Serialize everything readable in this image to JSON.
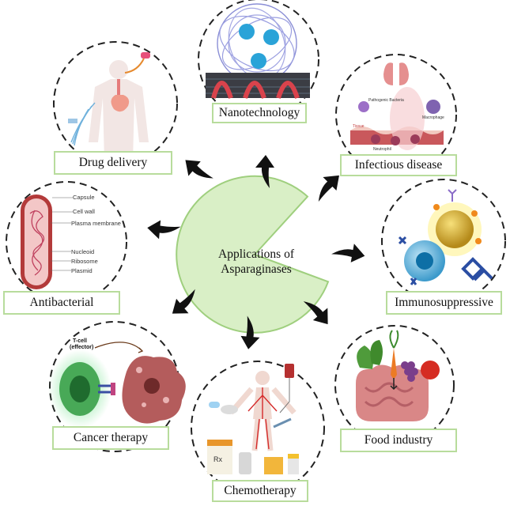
{
  "center": {
    "line1": "Applications of",
    "line2": "Asparaginases"
  },
  "applications": [
    "Nanotechnology",
    "Infectious disease",
    "Immunosuppressive",
    "Food industry",
    "Chemotherapy",
    "Cancer therapy",
    "Antibacterial",
    "Drug delivery"
  ],
  "illustration_text": {
    "cell": [
      "Capsule",
      "Cell wall",
      "Plasma membrane",
      "Nucleoid",
      "Ribosome",
      "Plasmid"
    ],
    "infection": [
      "Pathogenic Bacteria",
      "Macrophage",
      "Tissue",
      "Neutrophil"
    ],
    "tcell": [
      "T-cell",
      "(effector)"
    ],
    "drug": "Rx"
  },
  "colors": {
    "label_border": "#b8dc9c",
    "pie_fill": "#d9efc6",
    "pie_stroke": "#9fcf7e",
    "arrow": "#111111"
  }
}
